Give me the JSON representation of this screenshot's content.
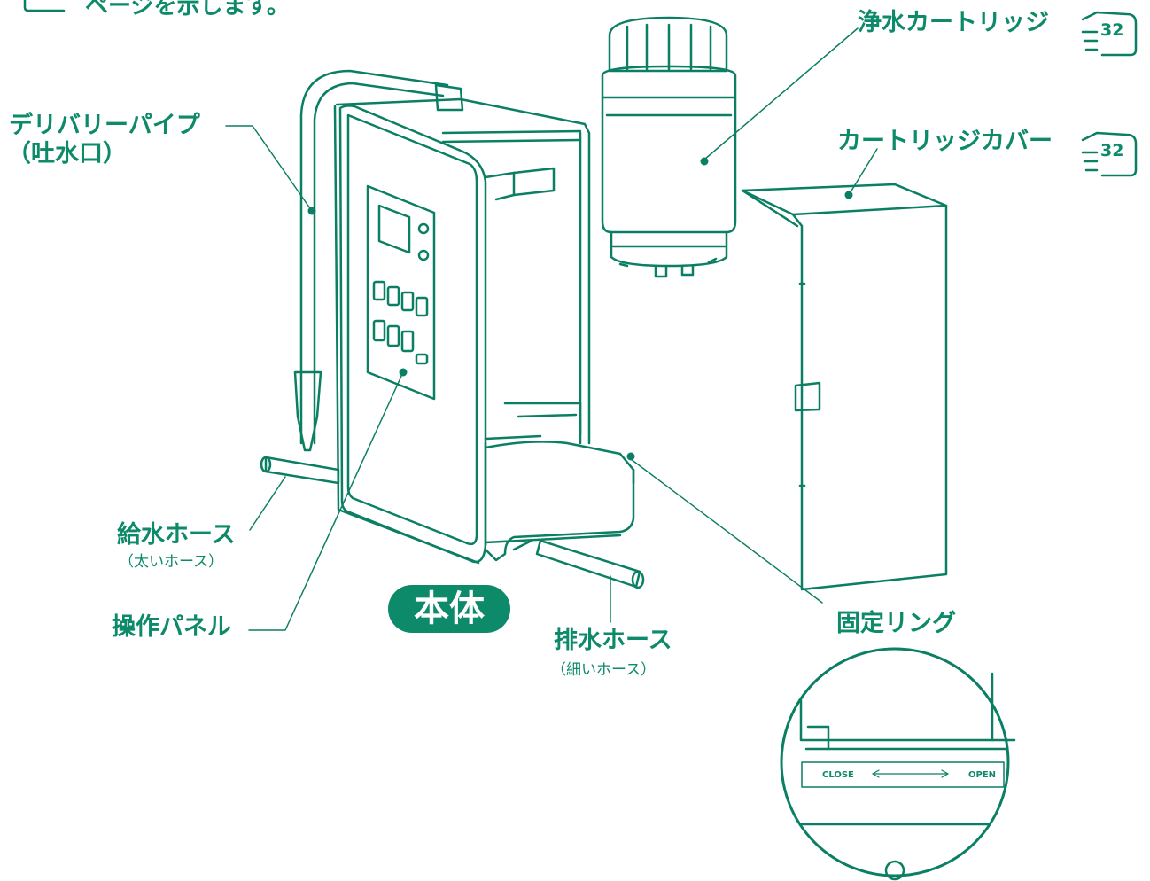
{
  "header": {
    "legend_text": "ページを示します。"
  },
  "labels": {
    "delivery_pipe_line1": "デリバリーパイプ",
    "delivery_pipe_line2": "（吐水口）",
    "cartridge": "浄水カートリッジ",
    "cartridge_cover": "カートリッジカバー",
    "supply_hose": "給水ホース",
    "supply_hose_sub": "（太いホース）",
    "control_panel": "操作パネル",
    "main_body": "本体",
    "drain_hose": "排水ホース",
    "drain_hose_sub": "（細いホース）",
    "fixing_ring": "固定リング"
  },
  "page_refs": {
    "cartridge": "32",
    "cartridge_cover": "32"
  },
  "detail_inset": {
    "close_label": "CLOSE",
    "open_label": "OPEN"
  },
  "colors": {
    "accent": "#0d8a6a",
    "outline": "#0b7f63"
  },
  "icons": {
    "page_ref": "pointing-finger-page-ref-icon"
  }
}
